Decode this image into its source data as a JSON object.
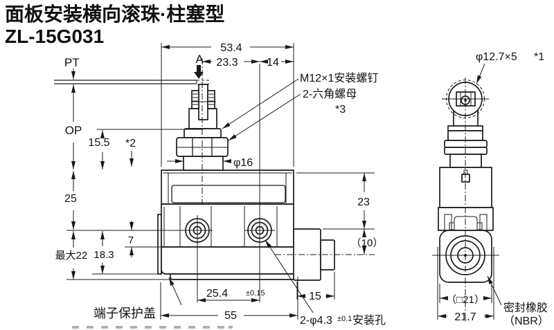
{
  "title": {
    "line1": "面板安装横向滚珠·柱塞型",
    "line2": "ZL-15G031"
  },
  "colors": {
    "ink": "#1a1a1a",
    "background": "#ffffff"
  },
  "labels": {
    "pt": "PT",
    "op": "OP",
    "marker_a": "A",
    "dim_53_4": "53.4",
    "dim_23_3": "23.3",
    "dim_14": "14",
    "mounting_screw": "M12×1安装螺钉",
    "hex_nuts": "2-六角螺母",
    "note_3": "*3",
    "dim_15_5": "15.5",
    "note_2": "*2",
    "dia_16": "φ16",
    "dim_25": "25",
    "dim_23": "23",
    "dim_7": "7",
    "dim_10": "（10）",
    "dim_max_22": "最大22",
    "dim_18_3": "18.3",
    "dim_25_4": "25.4",
    "tol_25_4": "±0.15",
    "dim_15": "15",
    "dim_55": "55",
    "terminal_cover": "端子保护盖",
    "mounting_holes": "2-φ4.3",
    "tol_holes": "±0.1",
    "mounting_holes_suffix": "安装孔",
    "roller_size": "φ12.7×5",
    "note_1": "*1",
    "dim_sq_21": "（□21）",
    "dim_21_7": "21.7",
    "seal_rubber": "密封橡胶",
    "seal_rubber_material": "（NBR）"
  }
}
